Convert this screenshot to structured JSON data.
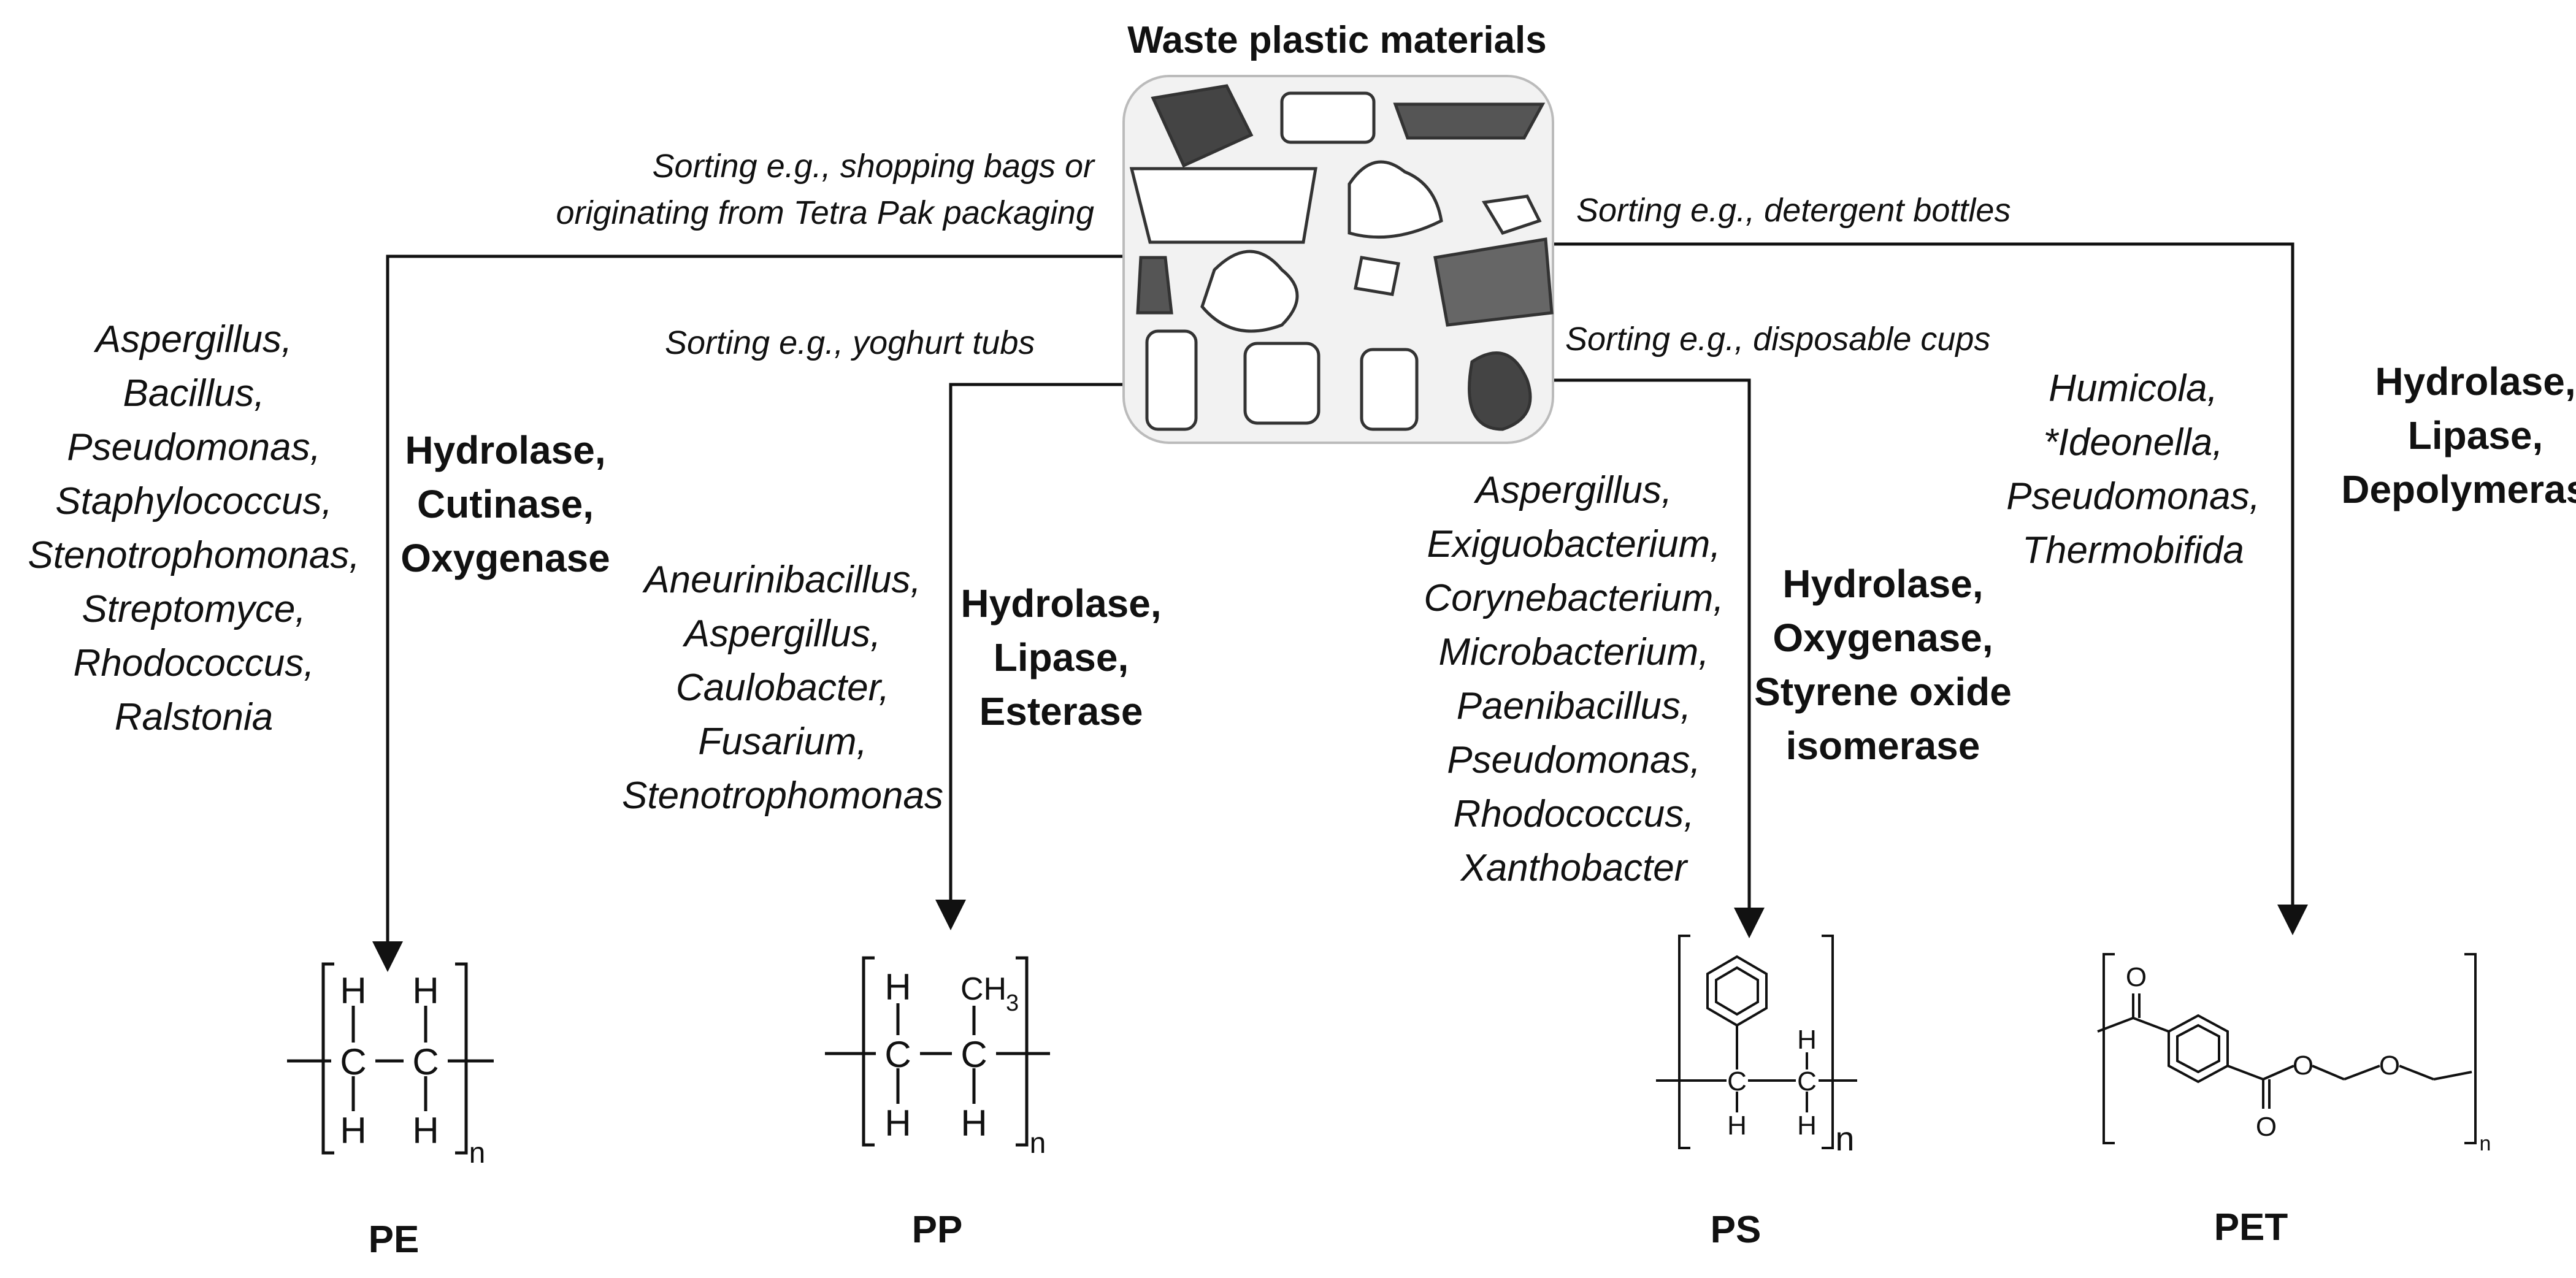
{
  "title": "Waste plastic materials",
  "branches": [
    {
      "sorting": [
        "Sorting e.g., shopping bags or",
        "originating from Tetra Pak packaging"
      ],
      "organisms": [
        "Aspergillus,",
        "Bacillus,",
        "Pseudomonas,",
        "Staphylococcus,",
        "Stenotrophomonas,",
        "Streptomyce,",
        "Rhodococcus,",
        "Ralstonia"
      ],
      "enzymes": [
        "Hydrolase,",
        "Cutinase,",
        "Oxygenase"
      ],
      "polymer": "PE"
    },
    {
      "sorting": [
        "Sorting e.g., yoghurt tubs"
      ],
      "organisms": [
        "Aneurinibacillus,",
        "Aspergillus,",
        "Caulobacter,",
        "Fusarium,",
        "Stenotrophomonas"
      ],
      "enzymes": [
        "Hydrolase,",
        "Lipase,",
        "Esterase"
      ],
      "polymer": "PP"
    },
    {
      "sorting": [
        "Sorting e.g., disposable cups"
      ],
      "organisms": [
        "Aspergillus,",
        "Exiguobacterium,",
        "Corynebacterium,",
        "Microbacterium,",
        "Paenibacillus,",
        "Pseudomonas,",
        "Rhodococcus,",
        "Xanthobacter"
      ],
      "enzymes": [
        "Hydrolase,",
        "Oxygenase,",
        "Styrene oxide",
        "isomerase"
      ],
      "polymer": "PS"
    },
    {
      "sorting": [
        "Sorting e.g., detergent bottles"
      ],
      "organisms": [
        "Humicola,",
        "*Ideonella,",
        "Pseudomonas,",
        "Thermobifida"
      ],
      "enzymes": [
        "Hydrolase,",
        "Lipase,",
        "Depolymerase"
      ],
      "polymer": "PET"
    }
  ],
  "formula_labels": {
    "h": "H",
    "c": "C",
    "ch3": "CH",
    "three": "3",
    "n": "n",
    "o": "O"
  },
  "colors": {
    "ink": "#111111",
    "image_bg": "#f2f2f2"
  },
  "image_icon": "waste-plastic-collage-image"
}
